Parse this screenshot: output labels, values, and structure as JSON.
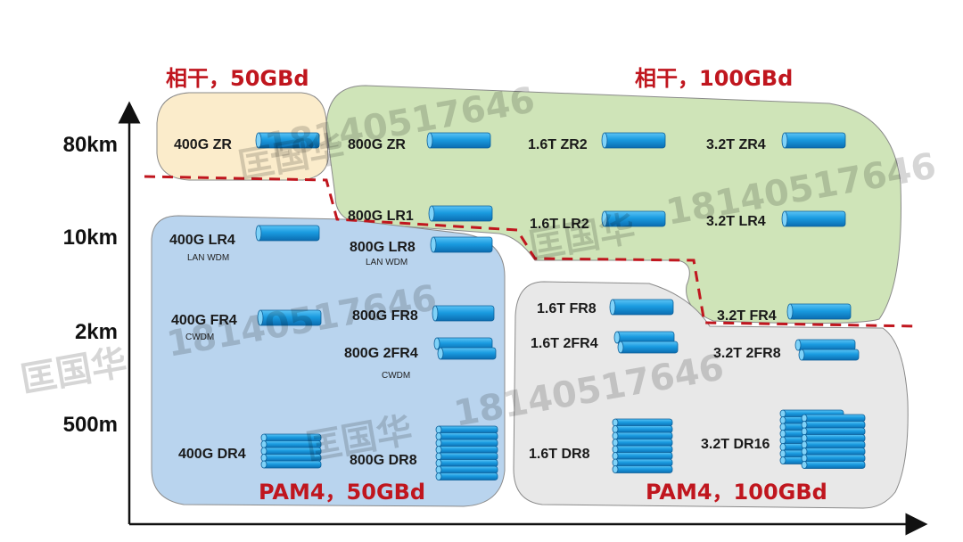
{
  "axis": {
    "y_labels": [
      "80km",
      "10km",
      "2km",
      "500m"
    ]
  },
  "headers": {
    "coherent_50": "相干，50GBd",
    "coherent_100": "相干，100GBd",
    "pam4_50": "PAM4，50GBd",
    "pam4_100": "PAM4，100GBd"
  },
  "modules": {
    "zr_400": "400G ZR",
    "zr_800": "800G ZR",
    "zr2_1_6t": "1.6T ZR2",
    "zr4_3_2t": "3.2T ZR4",
    "lr1_800": "800G LR1",
    "lr2_1_6t": "1.6T LR2",
    "lr4_3_2t": "3.2T LR4",
    "lr4_400": "400G LR4",
    "lr4_400_sub": "LAN WDM",
    "lr8_800": "800G LR8",
    "lr8_800_sub": "LAN WDM",
    "fr4_400": "400G FR4",
    "fr4_400_sub": "CWDM",
    "fr8_800": "800G FR8",
    "fr2_4_800": "800G 2FR4",
    "fr2_4_800_sub": "CWDM",
    "fr8_1_6t": "1.6T FR8",
    "fr2_4_1_6t": "1.6T 2FR4",
    "fr4_3_2t": "3.2T FR4",
    "fr2_8_3_2t": "3.2T 2FR8",
    "dr4_400": "400G DR4",
    "dr8_800": "800G DR8",
    "dr8_1_6t": "1.6T DR8",
    "dr16_3_2t": "3.2T DR16"
  },
  "watermarks": {
    "phone": "18140517646",
    "name": "匡国华"
  },
  "colors": {
    "coherent_50_fill": "#fbeccb",
    "coherent_100_fill": "#cfe4b8",
    "pam4_50_fill": "#b9d4ee",
    "pam4_100_fill": "#e8e8e8",
    "fiber": "#1a9be0",
    "dash": "#c0161e"
  }
}
